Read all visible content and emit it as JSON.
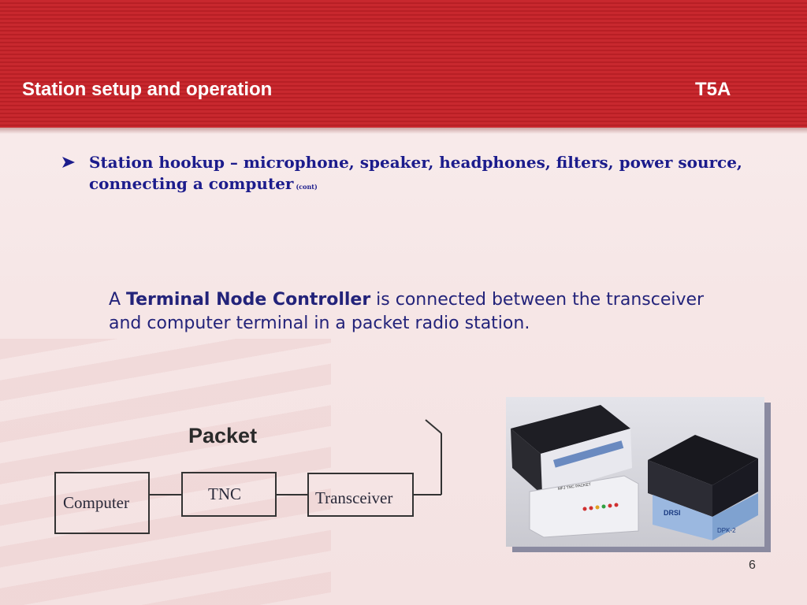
{
  "header": {
    "title": "Station setup and operation",
    "code": "T5A"
  },
  "bullet": {
    "text": "Station hookup – microphone, speaker, headphones, filters, power source, connecting a computer",
    "cont": "(cont)"
  },
  "paragraph": {
    "prefix": "A ",
    "term": "Terminal Node Controller",
    "rest": " is connected between the transceiver and computer terminal in a packet radio station."
  },
  "diagram": {
    "title": "Packet",
    "computer": "Computer",
    "tnc": "TNC",
    "transceiver": "Transceiver"
  },
  "photo": {
    "left_unit": "MFJ TNC PACKET",
    "right_unit": "DRSI",
    "right_model": "DPK-2"
  },
  "page_number": "6"
}
